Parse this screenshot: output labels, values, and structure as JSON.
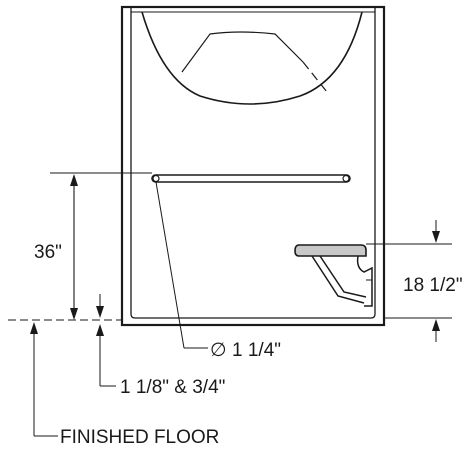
{
  "labels": {
    "grab_bar_height": "36\"",
    "seat_height": "18 1/2\"",
    "grab_bar_diameter_symbol": "∅",
    "grab_bar_diameter": "1 1/4\"",
    "threshold": "1 1/8\" & 3/4\"",
    "floor": "FINISHED FLOOR"
  },
  "colors": {
    "line": "#1a1a1a",
    "fill": "#c8c8c8",
    "background": "#ffffff"
  }
}
